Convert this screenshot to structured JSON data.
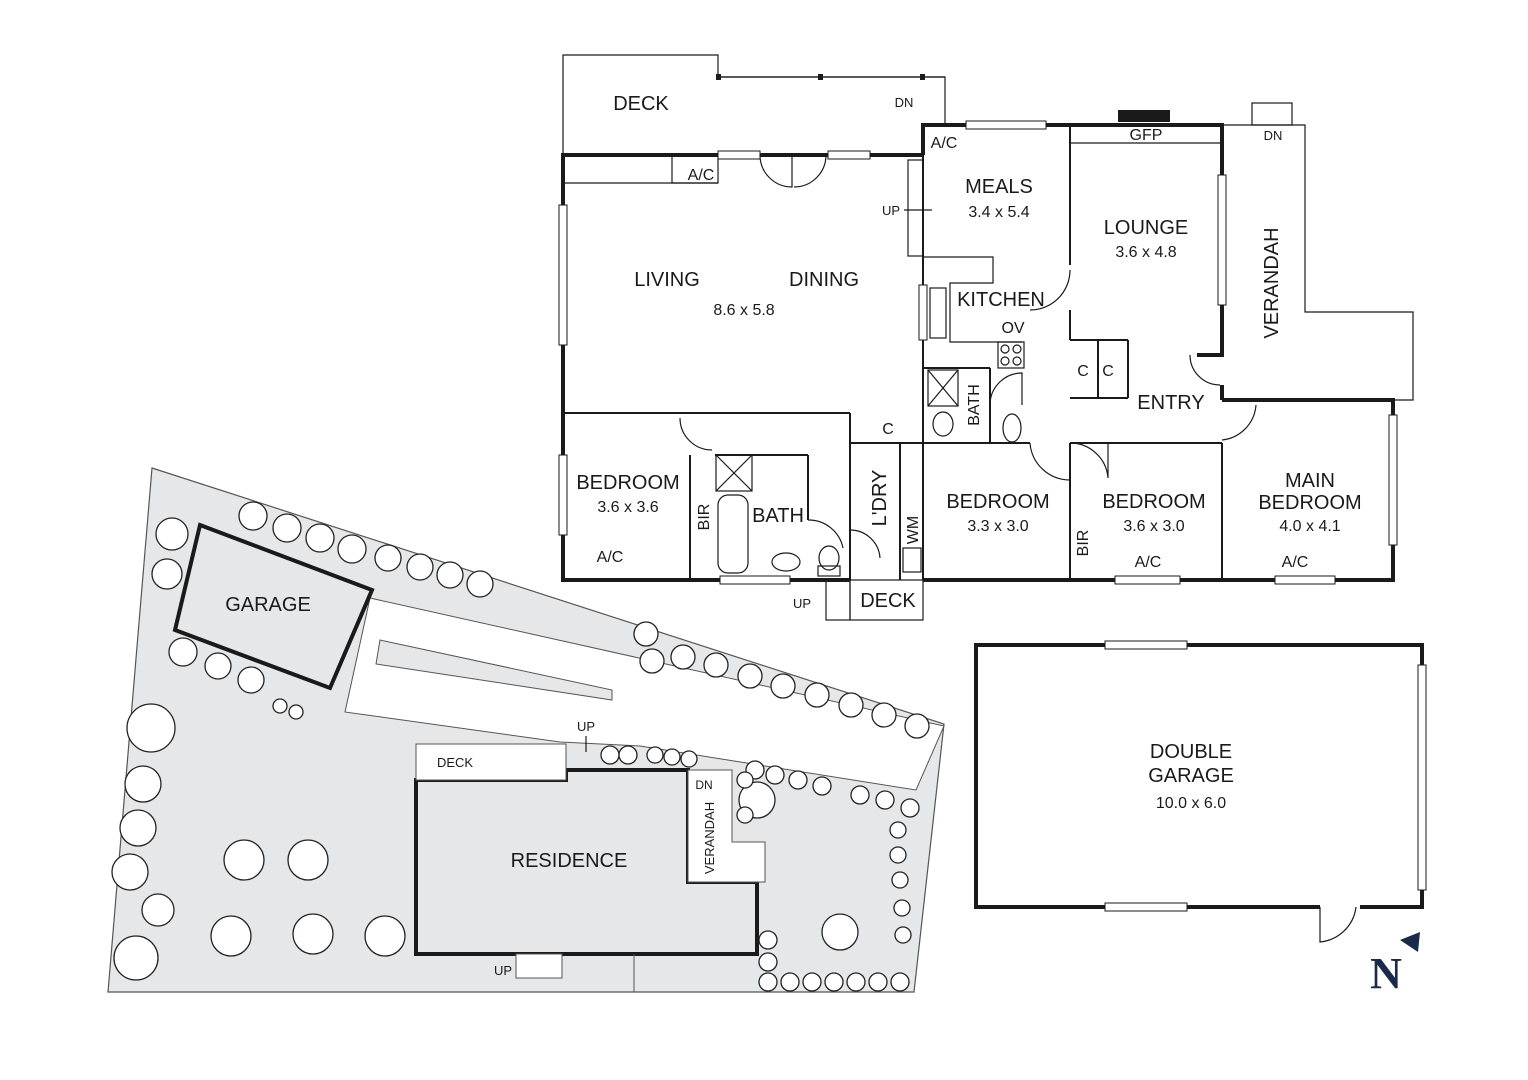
{
  "house": {
    "deck_top": "DECK",
    "dn_top_left": "DN",
    "ac_top": "A/C",
    "ac_living": "A/C",
    "up_living": "UP",
    "meals": "MEALS",
    "meals_size": "3.4 x 5.4",
    "gfp": "GFP",
    "dn_top_right": "DN",
    "lounge": "LOUNGE",
    "lounge_size": "3.6 x 4.8",
    "verandah": "VERANDAH",
    "living": "LIVING",
    "dining": "DINING",
    "living_size": "8.6 x 5.8",
    "kitchen": "KITCHEN",
    "ov": "OV",
    "c1": "C",
    "c2": "C",
    "entry": "ENTRY",
    "bath_small": "BATH",
    "c_laundry": "C",
    "bedroom1": "BEDROOM",
    "bedroom1_size": "3.6 x 3.6",
    "bir1": "BIR",
    "bath": "BATH",
    "ldry": "L'DRY",
    "wm": "WM",
    "bedroom2": "BEDROOM",
    "bedroom2_size": "3.3 x 3.0",
    "bedroom3": "BEDROOM",
    "bedroom3_size": "3.6 x 3.0",
    "bir2": "BIR",
    "main_bedroom_1": "MAIN",
    "main_bedroom_2": "BEDROOM",
    "main_bedroom_size": "4.0 x 4.1",
    "ac_bed1": "A/C",
    "ac_bed3": "A/C",
    "ac_main": "A/C",
    "up_deck": "UP",
    "deck_bottom": "DECK"
  },
  "site": {
    "garage": "GARAGE",
    "deck": "DECK",
    "up_top": "UP",
    "dn": "DN",
    "residence": "RESIDENCE",
    "verandah": "VERANDAH",
    "up_bottom": "UP"
  },
  "double_garage": {
    "line1": "DOUBLE",
    "line2": "GARAGE",
    "size": "10.0 x 6.0"
  },
  "north": {
    "letter": "N",
    "color": "#1c2a4a"
  },
  "colors": {
    "site_fill": "#e6e7e8",
    "wall": "#1a1a1a"
  }
}
